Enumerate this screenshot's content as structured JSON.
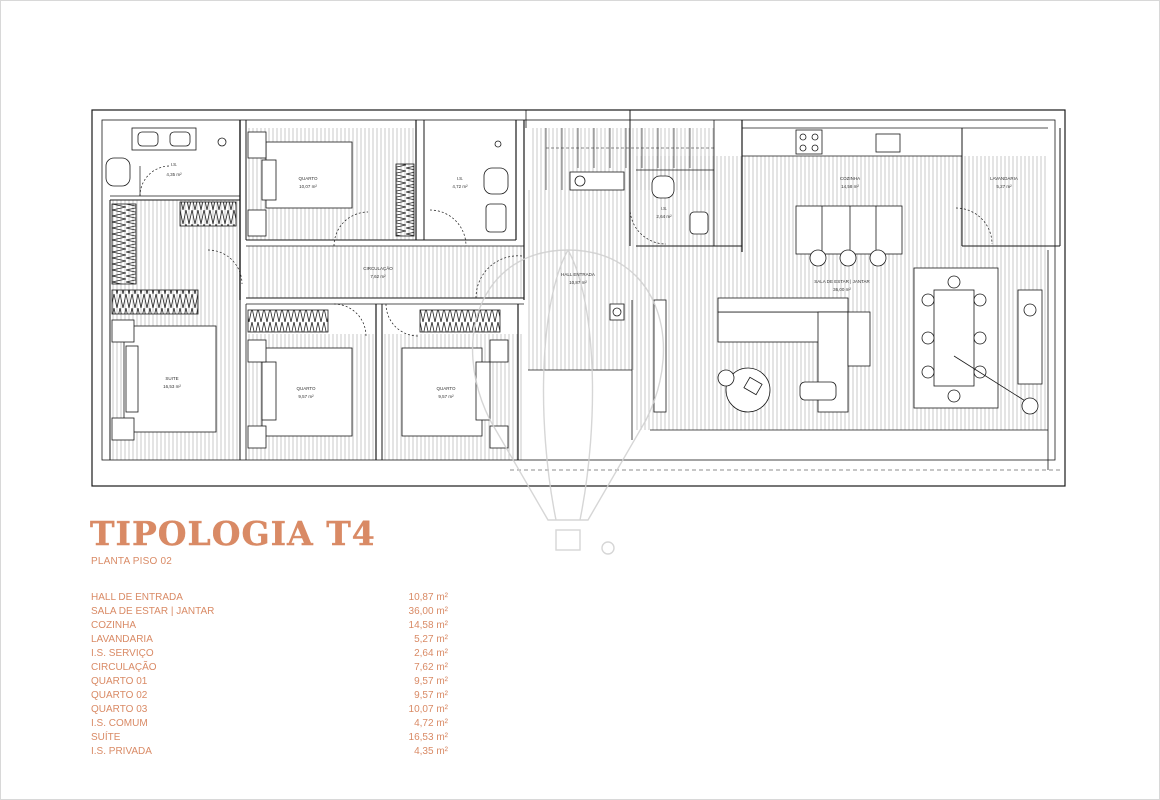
{
  "document": {
    "title": "TIPOLOGIA T4",
    "subtitle": "PLANTA PISO 02"
  },
  "rooms": [
    {
      "label": "I.S.",
      "area": "4,35 m²"
    },
    {
      "label": "QUARTO",
      "area": "10,07 m²"
    },
    {
      "label": "I.S.",
      "area": "4,72 m²"
    },
    {
      "label": "I.S.",
      "area": "2,64 m²"
    },
    {
      "label": "COZINHA",
      "area": "14,58 m²"
    },
    {
      "label": "LAVANDARIA",
      "area": "5,27 m²"
    },
    {
      "label": "CIRCULAÇÃO",
      "area": "7,62 m²"
    },
    {
      "label": "HALL ENTRADA",
      "area": "10,87 m²"
    },
    {
      "label": "SALA DE ESTAR | JANTAR",
      "area": "36,00 m²"
    },
    {
      "label": "SUITE",
      "area": "16,53 m²"
    },
    {
      "label": "QUARTO",
      "area": "9,57 m²"
    },
    {
      "label": "QUARTO",
      "area": "9,57 m²"
    }
  ],
  "area_table": [
    {
      "name": "HALL DE ENTRADA",
      "value": "10,87 m²"
    },
    {
      "name": "SALA DE ESTAR | JANTAR",
      "value": "36,00 m²"
    },
    {
      "name": "COZINHA",
      "value": "14,58 m²"
    },
    {
      "name": "LAVANDARIA",
      "value": "5,27 m²"
    },
    {
      "name": "I.S. SERVIÇO",
      "value": "2,64 m²"
    },
    {
      "name": "CIRCULAÇÃO",
      "value": "7,62 m²"
    },
    {
      "name": "QUARTO 01",
      "value": "9,57 m²"
    },
    {
      "name": "QUARTO 02",
      "value": "9,57 m²"
    },
    {
      "name": "QUARTO 03",
      "value": "10,07 m²"
    },
    {
      "name": "I.S. COMUM",
      "value": "4,72 m²"
    },
    {
      "name": "SUÍTE",
      "value": "16,53 m²"
    },
    {
      "name": "I.S. PRIVADA",
      "value": "4,35 m²"
    }
  ],
  "colors": {
    "accent": "#d98a65",
    "lines": "#1a1a1a",
    "hatch": "#9a9a9a",
    "watermark": "#cfcfcf"
  }
}
